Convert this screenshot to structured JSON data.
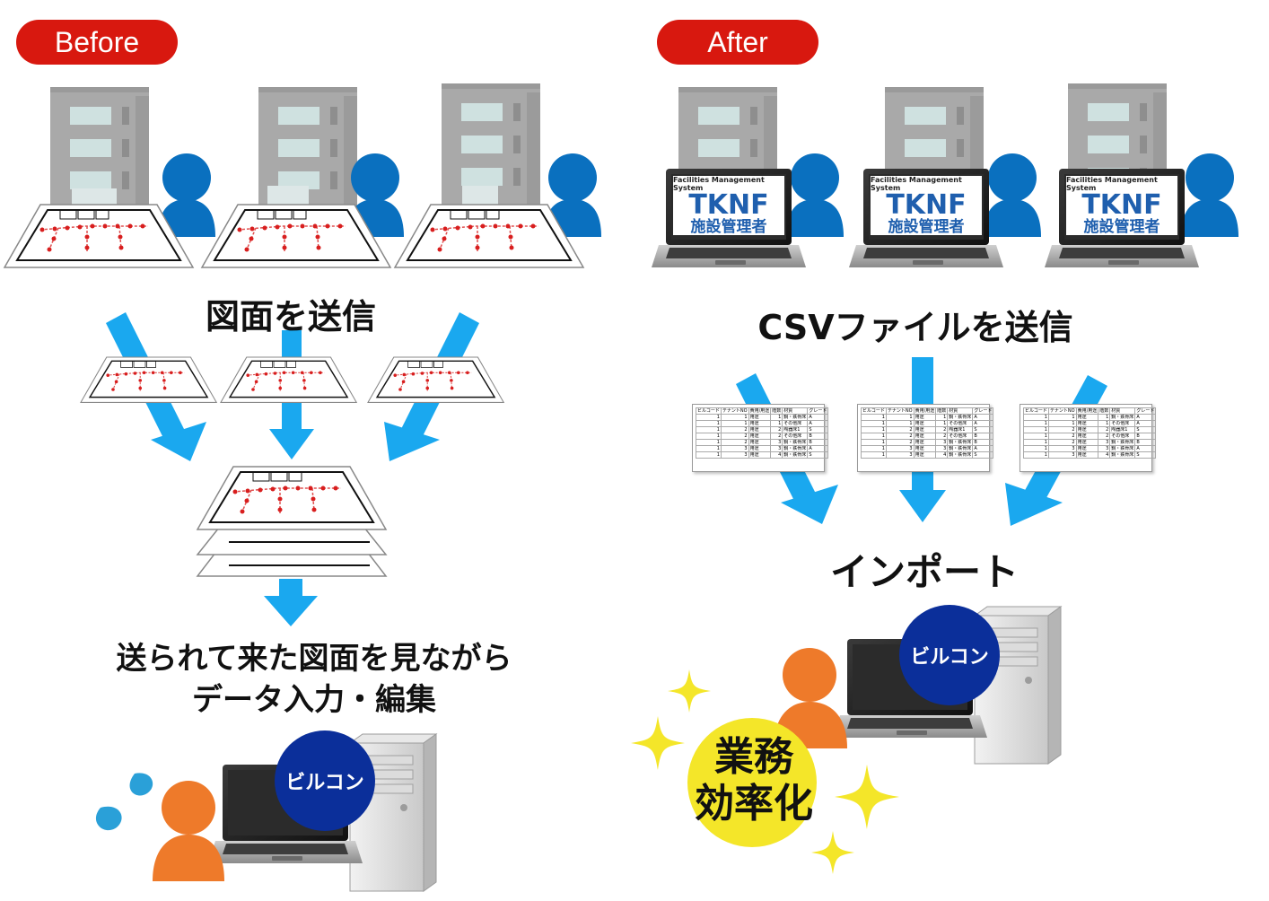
{
  "before": {
    "label": "Before",
    "caption_send": "図面を送信",
    "caption_work_line1": "送られて来た図面を見ながら",
    "caption_work_line2": "データ入力・編集",
    "app_badge": "ビルコン"
  },
  "after": {
    "label": "After",
    "tk_subtitle": "Facilities Management System",
    "tk_title": "TKNF",
    "tk_jp": "施設管理者",
    "caption_send": "CSVファイルを送信",
    "caption_import": "インポート",
    "app_badge": "ビルコン",
    "result_line1": "業務",
    "result_line2": "効率化",
    "csv_header": [
      "ビルコード",
      "テナントNO",
      "費用/用途",
      "階数",
      "材質",
      "グレード"
    ],
    "csv_rows": [
      [
        "1",
        "1",
        "用途",
        "1",
        "鋼・鉄骨床",
        "A"
      ],
      [
        "1",
        "1",
        "用途",
        "1",
        "その他床",
        "A"
      ],
      [
        "1",
        "2",
        "用途",
        "2",
        "陶器床1",
        "S"
      ],
      [
        "1",
        "2",
        "用途",
        "2",
        "その他床",
        "B"
      ],
      [
        "1",
        "2",
        "用途",
        "3",
        "鋼・鉄骨床",
        "B"
      ],
      [
        "1",
        "3",
        "用途",
        "3",
        "鋼・鉄骨床",
        "A"
      ],
      [
        "1",
        "3",
        "用途",
        "4",
        "鋼・鉄骨床",
        "S"
      ]
    ]
  },
  "colors": {
    "pill_red": "#d8180f",
    "arrow_blue": "#1aa8ef",
    "person_blue": "#0a70bf",
    "person_orange": "#ee7a2a",
    "badge_navy": "#0b2f9a",
    "building_gray": "#a6a6a6",
    "dot_red": "#d81e1e",
    "sparkle_yellow": "#f4e629",
    "drop_blue": "#2aa0d8"
  }
}
